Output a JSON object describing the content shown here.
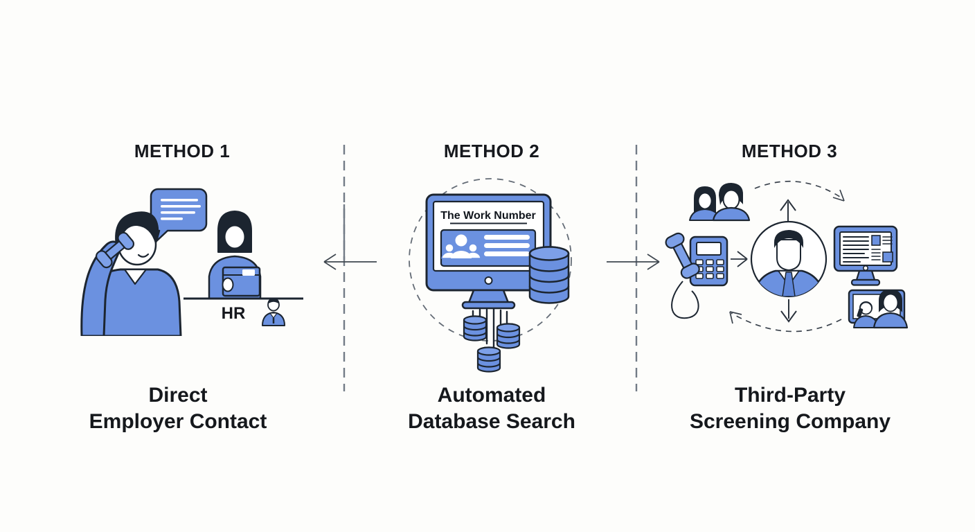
{
  "diagram": {
    "background_color": "#fdfdfb",
    "colors": {
      "primary_blue": "#6b91e0",
      "accent_blue": "#7da0e8",
      "outline_dark": "#1c2530",
      "text_dark": "#16181d",
      "divider_gray": "#727b86",
      "arrow_gray": "#3f474f"
    },
    "methods": [
      {
        "title": "METHOD 1",
        "caption_line1": "Direct",
        "caption_line2": "Employer Contact",
        "hr_label": "HR",
        "icons": [
          "man-on-phone-icon",
          "speech-bubble-icon",
          "hr-receptionist-icon",
          "desk-counter",
          "small-employee-icon"
        ]
      },
      {
        "title": "METHOD 2",
        "caption_line1": "Automated",
        "caption_line2": "Database Search",
        "screen_title": "The Work Number",
        "icons": [
          "dashed-circle",
          "monitor-icon",
          "profile-card-icon",
          "database-icon",
          "data-stream-lines",
          "small-database-icons"
        ]
      },
      {
        "title": "METHOD 3",
        "caption_line1": "Third-Party",
        "caption_line2": "Screening Company",
        "icons": [
          "requesters-couple-icon",
          "telephone-icon",
          "agent-portrait-icon",
          "report-monitor-icon",
          "video-call-icon",
          "cycle-arrows",
          "up-arrow",
          "down-arrow",
          "right-arrow"
        ]
      }
    ],
    "dividers": [
      {
        "between": "method-1-and-2",
        "arrow_direction": "left"
      },
      {
        "between": "method-2-and-3",
        "arrow_direction": "right"
      }
    ]
  }
}
